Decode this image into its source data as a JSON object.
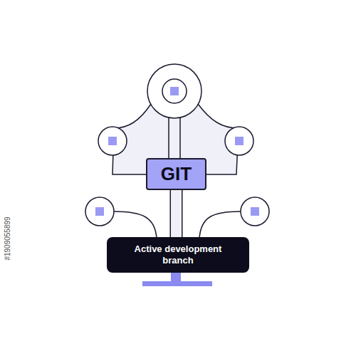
{
  "diagram": {
    "nodes": [
      {
        "text": [
          "GIT"
        ]
      },
      {
        "text": [
          "Active development branch"
        ]
      }
    ],
    "edges": [
      {
        "from": 0,
        "to": 1,
        "arrow": "none"
      }
    ],
    "labels": [
      "#1909055899"
    ]
  }
}
